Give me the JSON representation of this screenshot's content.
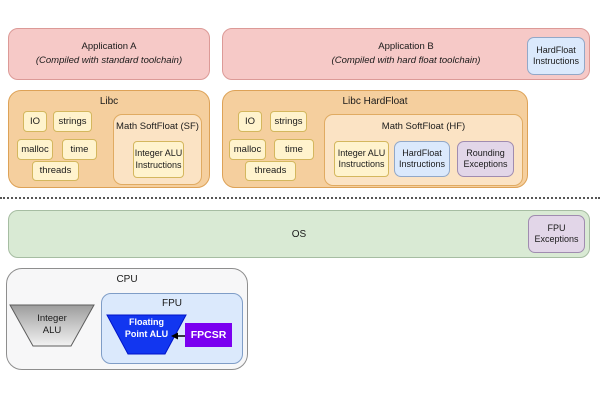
{
  "colors": {
    "app_fill": "#f6c9c7",
    "app_border": "#dc9a97",
    "libc_fill": "#f5cf9e",
    "libc_border": "#dda257",
    "math_fill": "#fbe3c4",
    "module_fill": "#fff3cd",
    "module_border": "#d4b75e",
    "blue_chip_fill": "#dbe9fc",
    "blue_chip_border": "#92a8c8",
    "purple_chip_fill": "#e2d6e8",
    "purple_chip_border": "#a08cb0",
    "os_fill": "#d9ead4",
    "cpu_fill": "#f7f7f8",
    "fpu_fill": "#dbe9fc",
    "fp_alu_fill": "#1236f0",
    "fpcsr_fill": "#7a00f0",
    "integer_alu_gradient_top": "#9d9d9d",
    "integer_alu_gradient_bottom": "#f2f2f2"
  },
  "applications": {
    "app_a": {
      "title": "Application A",
      "subtitle": "(Compiled with standard toolchain)"
    },
    "app_b": {
      "title": "Application B",
      "subtitle": "(Compiled with hard float toolchain)",
      "instructions_chip": "HardFloat Instructions"
    }
  },
  "libc": {
    "title": "Libc",
    "modules": [
      "IO",
      "strings",
      "malloc",
      "time",
      "threads"
    ],
    "math": {
      "title": "Math SoftFloat (SF)",
      "chips": [
        "Integer ALU Instructions"
      ]
    }
  },
  "libc_hardfloat": {
    "title": "Libc HardFloat",
    "modules": [
      "IO",
      "strings",
      "malloc",
      "time",
      "threads"
    ],
    "math": {
      "title": "Math SoftFloat (HF)",
      "chips": [
        "Integer ALU Instructions",
        "HardFloat Instructions",
        "Rounding Exceptions"
      ]
    }
  },
  "os": {
    "title": "OS",
    "exceptions_chip": "FPU Exceptions"
  },
  "cpu": {
    "title": "CPU",
    "integer_alu": "Integer ALU",
    "fpu": {
      "title": "FPU",
      "fp_alu": "Floating Point ALU",
      "fpcsr": "FPCSR"
    }
  }
}
